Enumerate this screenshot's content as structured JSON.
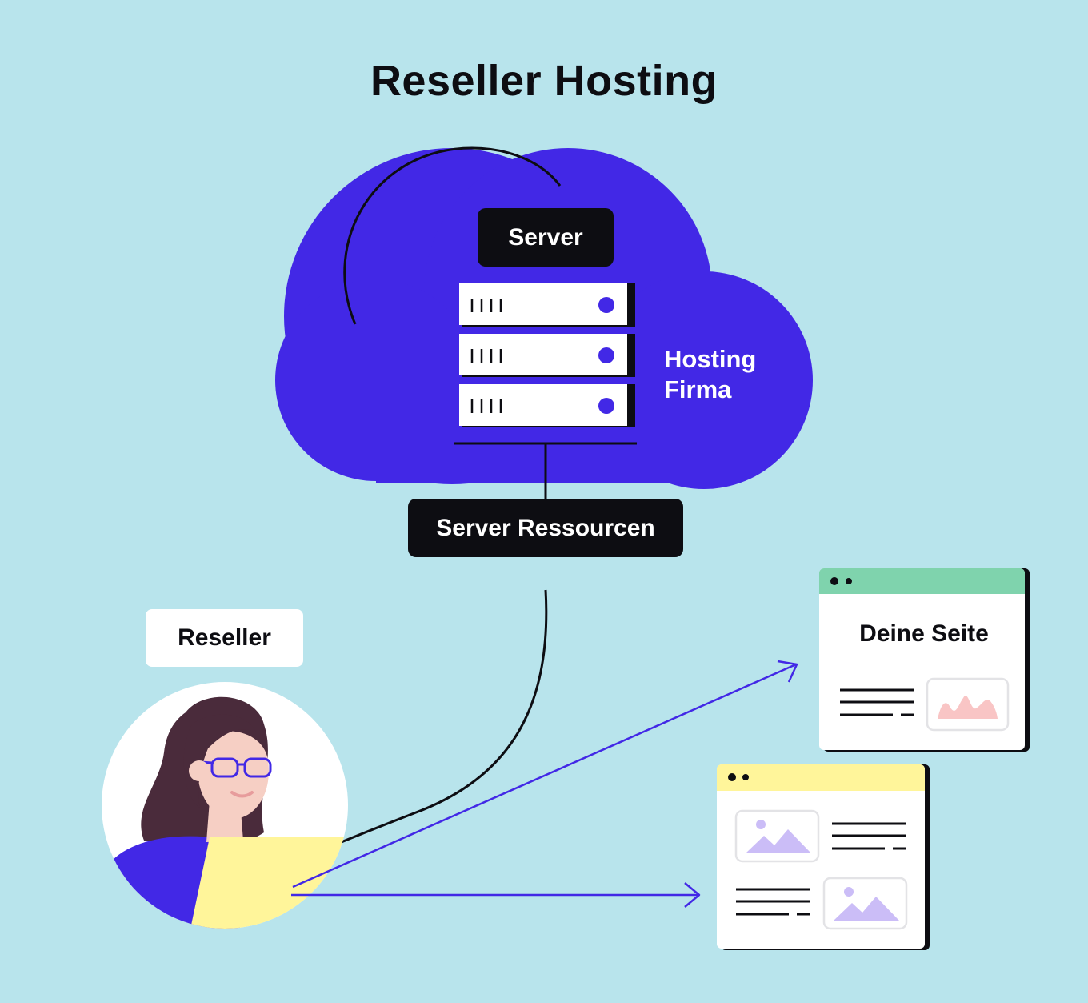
{
  "title": "Reseller Hosting",
  "labels": {
    "server": "Server",
    "hosting_company_line1": "Hosting",
    "hosting_company_line2": "Firma",
    "server_resources": "Server Ressourcen",
    "reseller": "Reseller",
    "your_site": "Deine Seite"
  },
  "colors": {
    "background": "#b8e4ec",
    "cloud": "#4228e6",
    "dark": "#0d0d12",
    "arrow_blue": "#4228e6",
    "site_green": "#7fd3ad",
    "site_yellow": "#fff59a",
    "hair": "#4a2b3b",
    "skin": "#f6cfc4",
    "image_placeholder": "#cbbdf7",
    "chart_pink": "#f9c5c5"
  },
  "icons": [
    "cloud-icon",
    "server-rack-icon",
    "person-avatar-icon",
    "browser-window-icon",
    "image-placeholder-icon",
    "area-chart-icon"
  ]
}
